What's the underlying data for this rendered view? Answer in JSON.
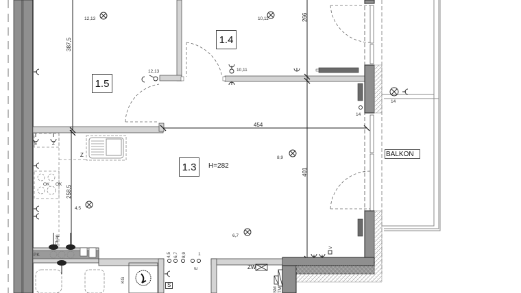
{
  "drawing": {
    "type": "architectural floor plan (electrical layout)",
    "rooms": [
      {
        "id": "1.5",
        "label": "1.5"
      },
      {
        "id": "1.4",
        "label": "1.4"
      },
      {
        "id": "1.3",
        "label": "1.3",
        "height_note": "H=282"
      }
    ],
    "balcony_label": "BALKON",
    "dimensions": {
      "d_387_5": "387,5",
      "d_266": "266",
      "d_454": "454",
      "d_401": "401",
      "d_258_5": "258,5"
    },
    "circuit_labels": {
      "c_12_13_top": "12,13",
      "c_12_13_switch": "12,13",
      "c_10_11_top": "10,11",
      "c_10_11_switch": "10,11",
      "c_14_light": "14",
      "c_14_switch": "14",
      "c_8_9": "8,9",
      "c_6_7": "6,7",
      "c_4_5": "4,5",
      "sw_4_5": "4,5",
      "sw_6_7": "6,7",
      "sw_8_9": "8,9",
      "sw_1": "1"
    },
    "symbol_letters": {
      "e_outlet": "E",
      "z_outlet": "Z",
      "z_sink": "Z",
      "ok_left": "OK",
      "ok_right": "OK",
      "pk": "PK",
      "zw": "ZW",
      "s_box": "S",
      "e_small": "E",
      "v_outlet": "V",
      "kg": "KG",
      "sm": "SM",
      "tm": "TM",
      "okap": "Okap"
    },
    "colors": {
      "wall_dark": "#8c8c8c",
      "wall_light": "#d4d4d4",
      "line": "#222222",
      "background": "#ffffff"
    }
  }
}
